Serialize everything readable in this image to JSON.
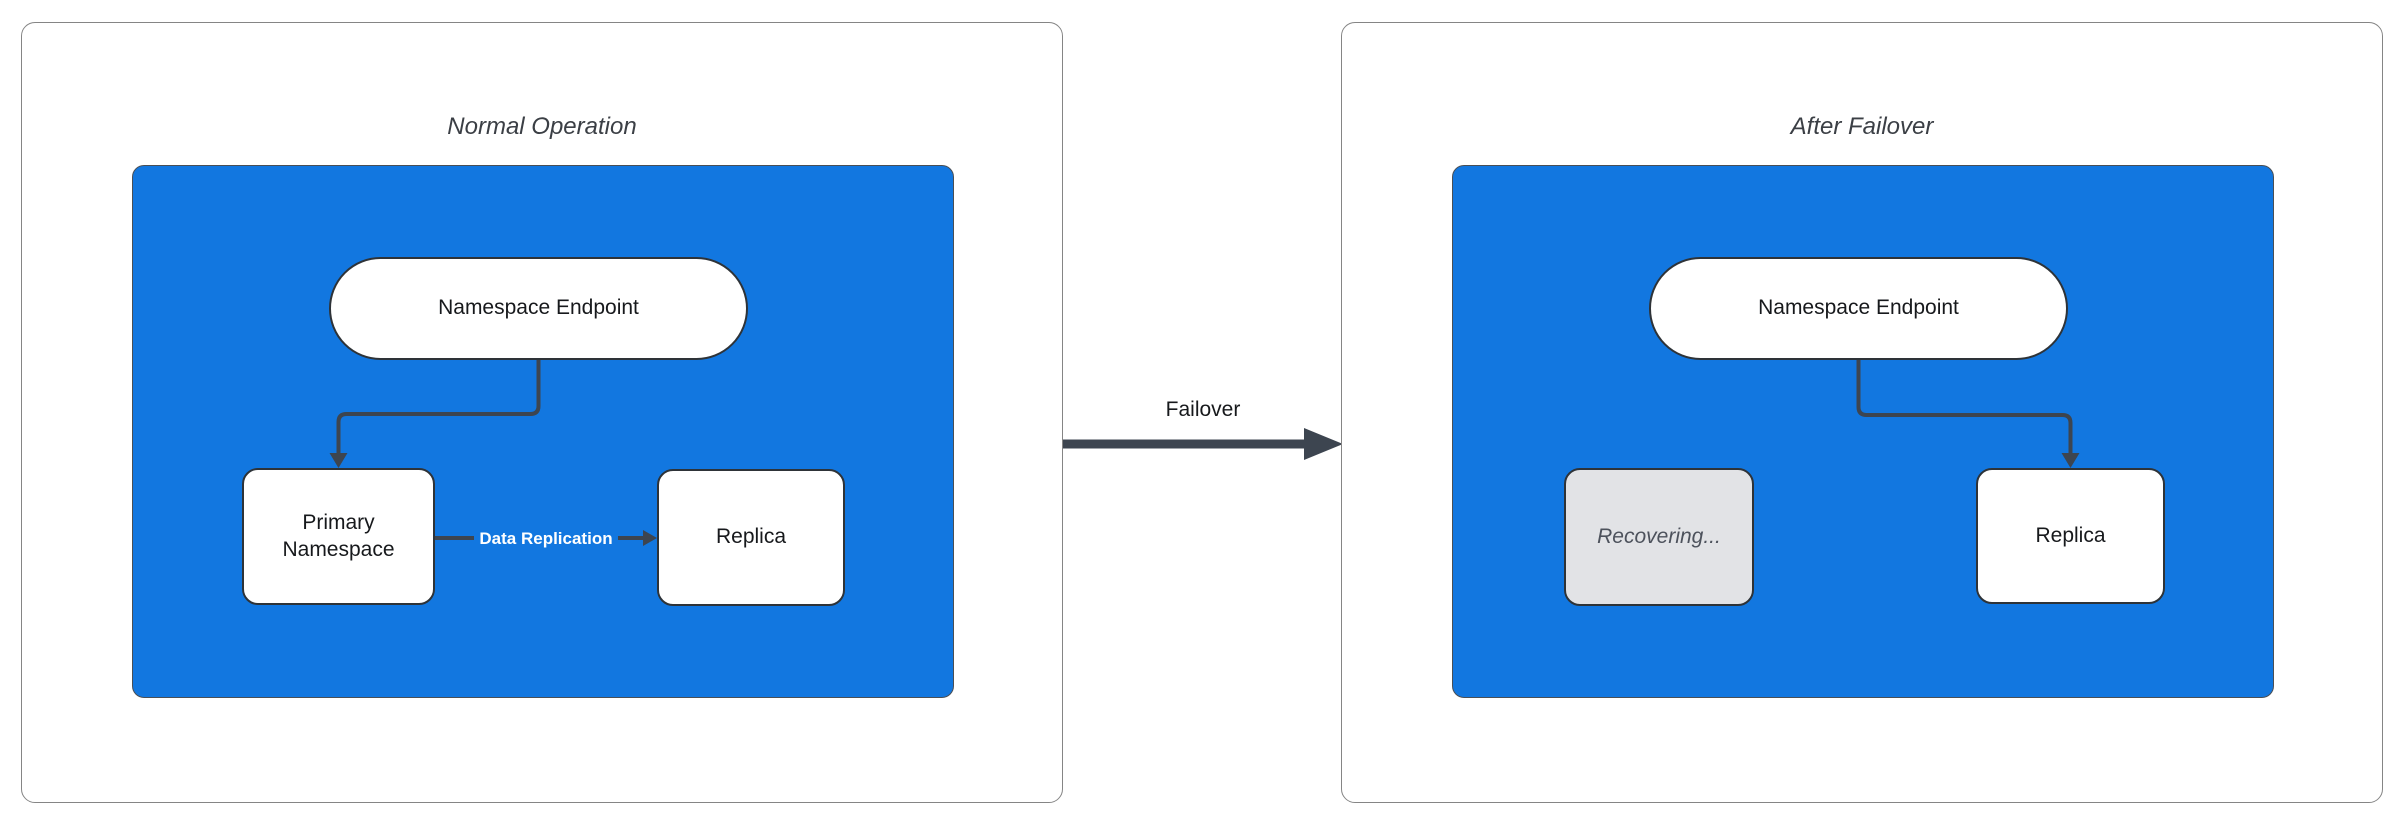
{
  "left_panel": {
    "title": "Normal Operation",
    "endpoint_label": "Namespace Endpoint",
    "primary_label": "Primary Namespace",
    "replica_label": "Replica",
    "replication_label": "Data Replication"
  },
  "failover": {
    "label": "Failover"
  },
  "right_panel": {
    "title": "After Failover",
    "endpoint_label": "Namespace Endpoint",
    "recovering_label": "Recovering...",
    "replica_label": "Replica"
  },
  "colors": {
    "cluster_blue": "#1277e0",
    "connector_dark": "#3d4550",
    "node_border": "#2e3338",
    "recovering_gray": "#e2e3e6"
  }
}
